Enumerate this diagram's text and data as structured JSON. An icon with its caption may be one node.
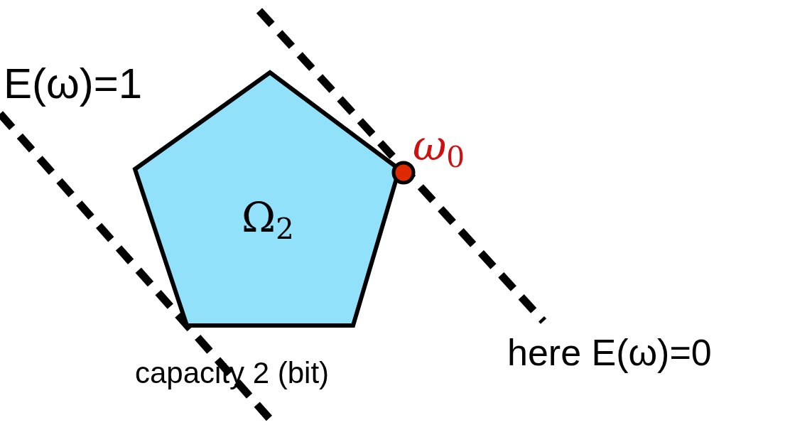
{
  "diagram": {
    "nodes": [
      {
        "text": [
          "Ω$_{2}$"
        ],
        "beside": [
          "capacity 2 (bit)"
        ]
      },
      {
        "text": [],
        "shape": "circle",
        "beside": [
          "ω$_{0}$"
        ]
      }
    ],
    "labels": [
      "E(ω)=1",
      "here E(ω)=0"
    ]
  }
}
